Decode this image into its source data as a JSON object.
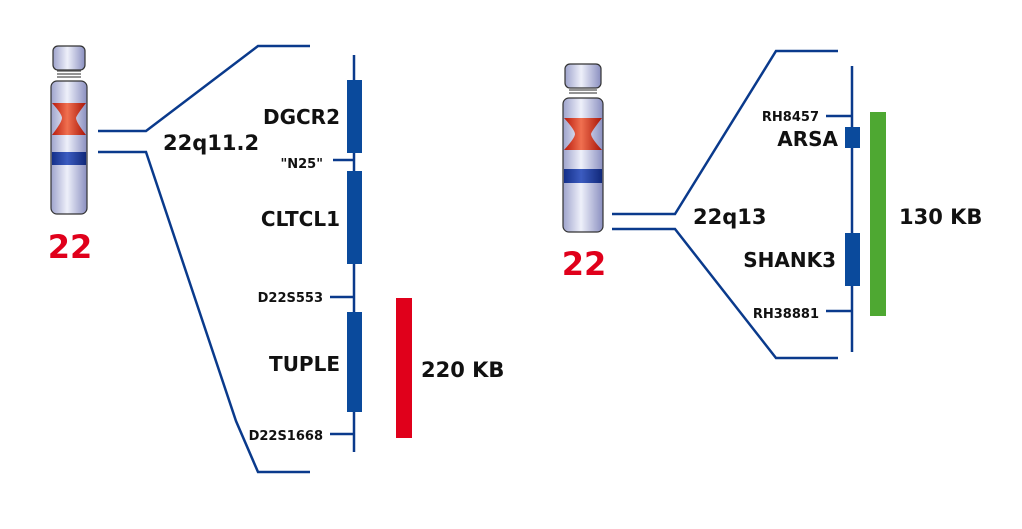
{
  "colors": {
    "line": "#0a3a8c",
    "gene_block": "#0a4a9c",
    "red_bar": "#e0001b",
    "green_bar": "#4ea832",
    "chrom_label": "#e0001b",
    "centromere": "#d42a14",
    "chrom_band": "#1e3c9a",
    "chrom_body": "#c8cce6"
  },
  "left_panel": {
    "chromosome_label": "22",
    "region_label": "22q11.2",
    "genes": [
      "DGCR2",
      "CLTCL1",
      "TUPLE"
    ],
    "markers": [
      "\"N25\"",
      "D22S553",
      "D22S1668"
    ],
    "deletion_size": "220 KB"
  },
  "right_panel": {
    "chromosome_label": "22",
    "region_label": "22q13",
    "genes": [
      "ARSA",
      "SHANK3"
    ],
    "markers": [
      "RH8457",
      "RH38881"
    ],
    "deletion_size": "130 KB"
  }
}
